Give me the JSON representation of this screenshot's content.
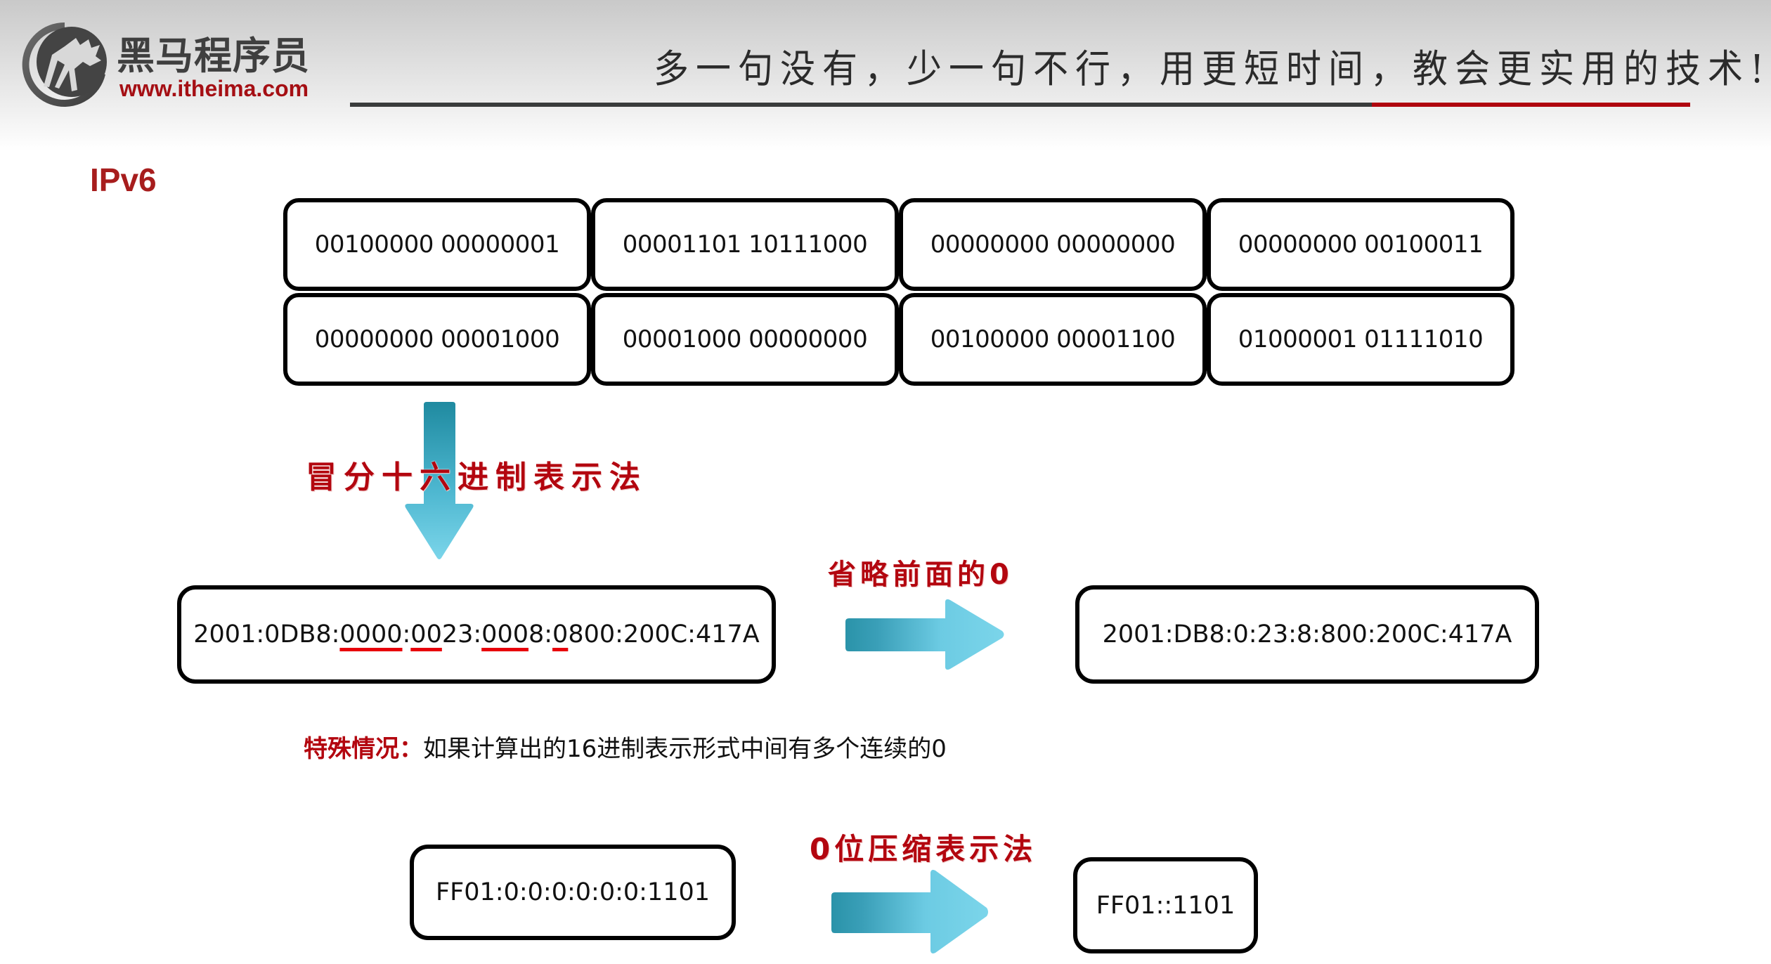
{
  "header": {
    "logo_name": "黑马程序员",
    "logo_url": "www.itheima.com",
    "tagline": "多一句没有，少一句不行，用更短时间，教会更实用的技术!",
    "colors": {
      "divider_dark": "#3a3c3c",
      "divider_accent": "#b0050f",
      "url_red": "#a50f14"
    }
  },
  "slide": {
    "title": "IPv6",
    "binary_grid": {
      "rows": [
        [
          "00100000 00000001",
          "00001101 10111000",
          "00000000 00000000",
          "00000000 00100011"
        ],
        [
          "00000000 00001000",
          "00001000 00000000",
          "00100000 00001100",
          "01000001 01111010"
        ]
      ]
    },
    "step1": {
      "label": "冒分十六进制表示法",
      "arrow_icon": "down-arrow-icon"
    },
    "full_address": {
      "segments": [
        {
          "text": "2001:0DB8:",
          "underline": false
        },
        {
          "text": "0000",
          "underline": true
        },
        {
          "text": ":",
          "underline": false
        },
        {
          "text": "00",
          "underline": true
        },
        {
          "text": "23:",
          "underline": false
        },
        {
          "text": "000",
          "underline": true
        },
        {
          "text": "8:",
          "underline": false
        },
        {
          "text": "0",
          "underline": true
        },
        {
          "text": "800:200C:417A",
          "underline": false
        }
      ],
      "value": "2001:0DB8:0000:0023:0008:0800:200C:417A"
    },
    "step2": {
      "label": "省略前面的0",
      "arrow_icon": "right-arrow-icon"
    },
    "omitted_address": "2001:DB8:0:23:8:800:200C:417A",
    "special_case": {
      "key": "特殊情况：",
      "text": "如果计算出的16进制表示形式中间有多个连续的0"
    },
    "zero_example": {
      "full": "FF01:0:0:0:0:0:0:1101",
      "label": "0位压缩表示法",
      "compressed": "FF01::1101",
      "arrow_icon": "right-arrow-icon"
    },
    "colors": {
      "title_red": "#a71d1d",
      "label_red": "#b3060f",
      "underline_red": "#e8000b",
      "arrow_dark": "#1f8aa0",
      "arrow_light": "#74d2e8"
    }
  }
}
